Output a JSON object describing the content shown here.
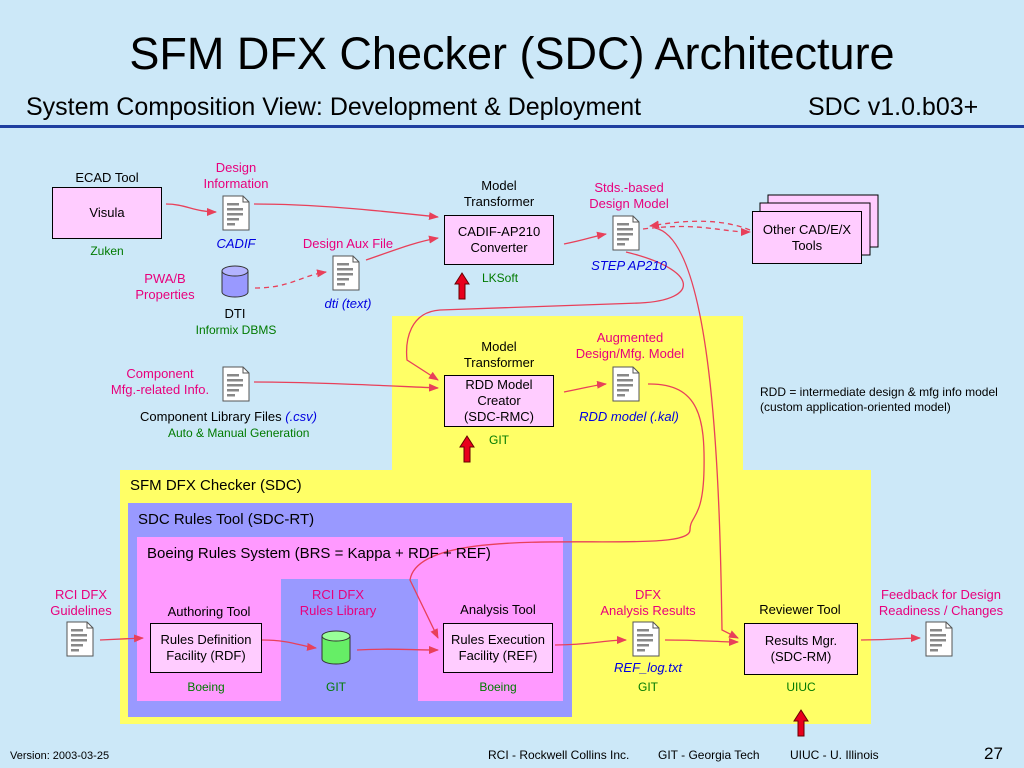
{
  "header": {
    "title": "SFM DFX Checker (SDC) Architecture",
    "subtitle": "System Composition View: Development & Deployment",
    "version": "SDC v1.0.b03+"
  },
  "ecad": {
    "caption": "ECAD Tool",
    "box": "Visula",
    "vendor": "Zuken"
  },
  "design_info": {
    "label_line1": "Design",
    "label_line2": "Information",
    "file": "CADIF"
  },
  "pwab": {
    "label_line1": "PWA/B",
    "label_line2": "Properties",
    "db_name": "DTI",
    "db_vendor": "Informix DBMS"
  },
  "design_aux": {
    "label": "Design Aux File",
    "file": "dti (text)"
  },
  "transformer1": {
    "caption_line1": "Model",
    "caption_line2": "Transformer",
    "box_line1": "CADIF-AP210",
    "box_line2": "Converter",
    "vendor": "LKSoft"
  },
  "stds": {
    "label_line1": "Stds.-based",
    "label_line2": "Design Model",
    "file": "STEP AP210"
  },
  "other_cad": {
    "line1": "Other CAD/E/X",
    "line2": "Tools"
  },
  "component": {
    "label_line1": "Component",
    "label_line2": "Mfg.-related Info.",
    "files_prefix": "Component Library Files ",
    "files_ext": "(.csv)",
    "generation": "Auto & Manual Generation"
  },
  "transformer2": {
    "caption_line1": "Model",
    "caption_line2": "Transformer",
    "box_line1": "RDD Model",
    "box_line2": "Creator",
    "box_line3": "(SDC-RMC)",
    "vendor": "GIT"
  },
  "augmented": {
    "label_line1": "Augmented",
    "label_line2": "Design/Mfg. Model",
    "file": "RDD model (.kal)"
  },
  "rdd_note": {
    "line1": "RDD = intermediate design & mfg info model",
    "line2": "(custom application-oriented model)"
  },
  "sdc": {
    "title": "SFM DFX Checker (SDC)"
  },
  "rules_tool": {
    "title": "SDC Rules Tool (SDC-RT)"
  },
  "brs": {
    "title": "Boeing Rules System (BRS = Kappa + RDF + REF)"
  },
  "rci_guidelines": {
    "line1": "RCI DFX",
    "line2": "Guidelines"
  },
  "authoring": {
    "caption": "Authoring Tool",
    "box_line1": "Rules Definition",
    "box_line2": "Facility (RDF)",
    "vendor": "Boeing"
  },
  "rules_library": {
    "line1": "RCI DFX",
    "line2": "Rules Library",
    "vendor": "GIT"
  },
  "analysis": {
    "caption": "Analysis Tool",
    "box_line1": "Rules Execution",
    "box_line2": "Facility (REF)",
    "vendor": "Boeing"
  },
  "dfx_results": {
    "line1": "DFX",
    "line2": "Analysis Results",
    "file": "REF_log.txt",
    "vendor": "GIT"
  },
  "reviewer": {
    "caption": "Reviewer Tool",
    "box_line1": "Results Mgr.",
    "box_line2": "(SDC-RM)",
    "vendor": "UIUC"
  },
  "feedback": {
    "line1": "Feedback for Design",
    "line2": "Readiness / Changes"
  },
  "footer": {
    "version": "Version: 2003-03-25",
    "rci": "RCI - Rockwell Collins Inc.",
    "git": "GIT - Georgia Tech",
    "uiuc": "UIUC - U. Illinois",
    "page": "27"
  },
  "colors": {
    "background": "#cce8f8",
    "yellow_region": "#ffff66",
    "rules_tool_region": "#9999ff",
    "pink_region": "#ff99ff",
    "box_fill": "#ffccff",
    "arrow": "#e8405a",
    "label_magenta": "#e8007c",
    "label_blue": "#0000e0",
    "vendor_green": "#007a00"
  }
}
